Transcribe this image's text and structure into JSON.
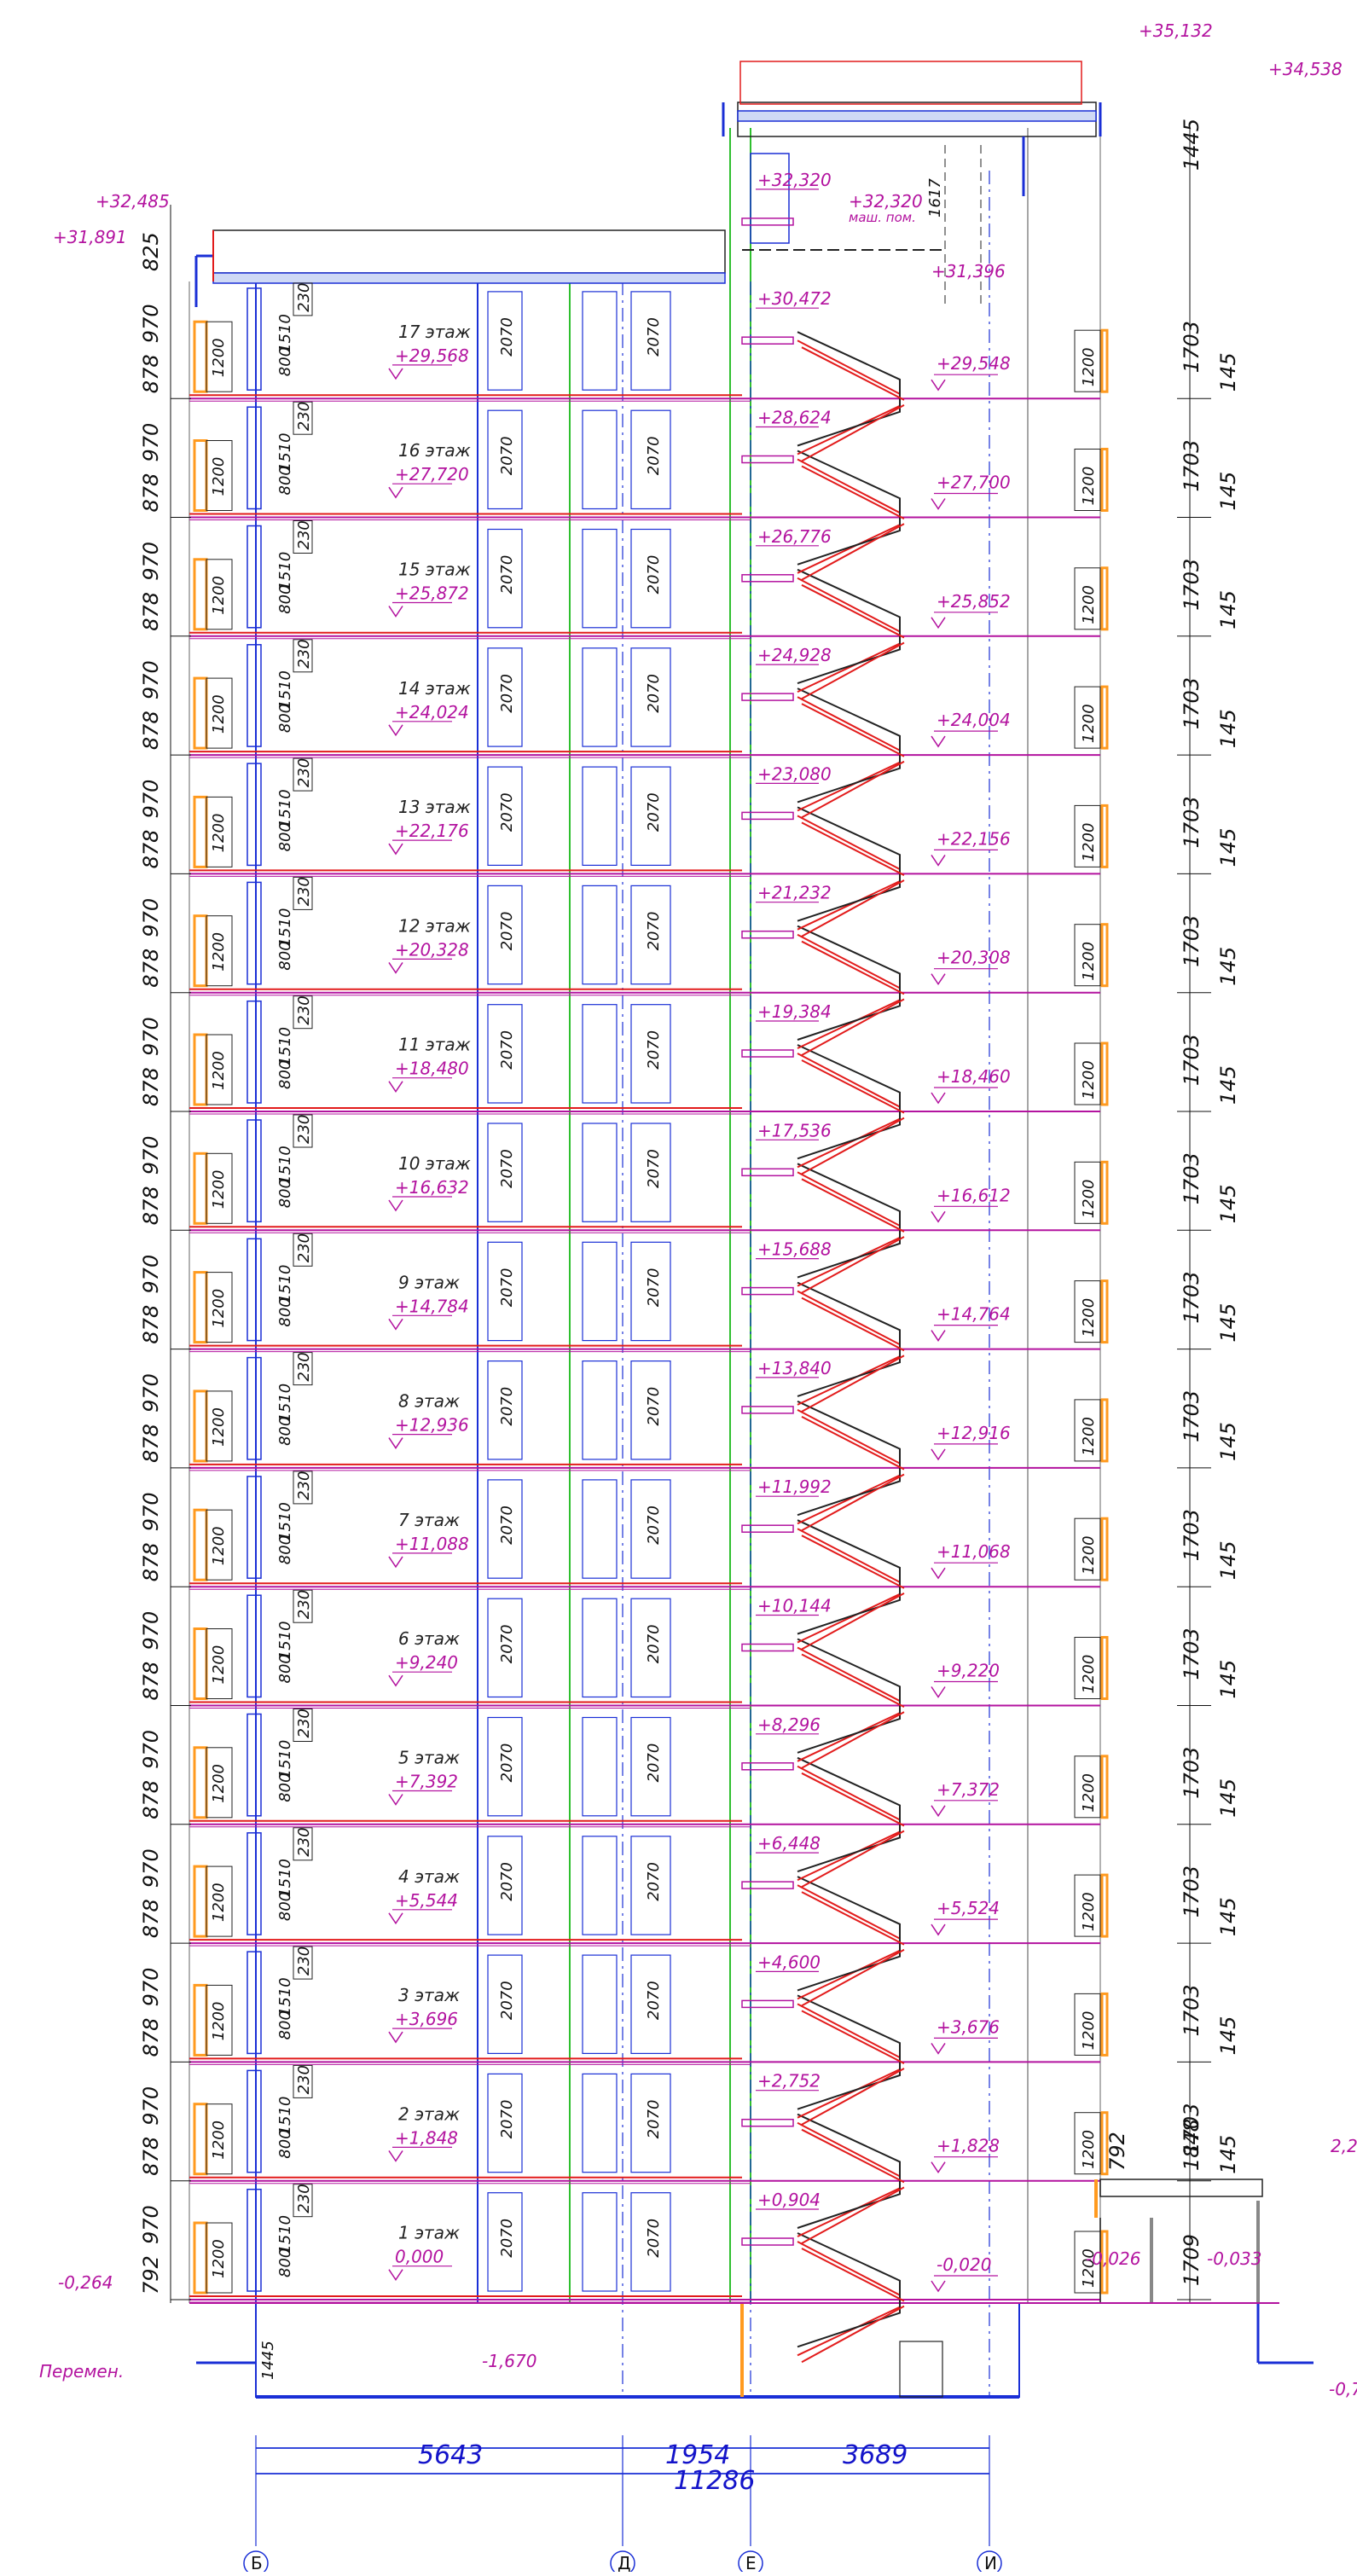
{
  "floors": [
    {
      "name": "1 этаж",
      "elev": "0,000",
      "right_elev": "-0,020"
    },
    {
      "name": "2 этаж",
      "elev": "+1,848",
      "right_elev": "+1,828"
    },
    {
      "name": "3 этаж",
      "elev": "+3,696",
      "right_elev": "+3,676"
    },
    {
      "name": "4 этаж",
      "elev": "+5,544",
      "right_elev": "+5,524"
    },
    {
      "name": "5 этаж",
      "elev": "+7,392",
      "right_elev": "+7,372"
    },
    {
      "name": "6 этаж",
      "elev": "+9,240",
      "right_elev": "+9,220"
    },
    {
      "name": "7 этаж",
      "elev": "+11,088",
      "right_elev": "+11,068"
    },
    {
      "name": "8 этаж",
      "elev": "+12,936",
      "right_elev": "+12,916"
    },
    {
      "name": "9 этаж",
      "elev": "+14,784",
      "right_elev": "+14,764"
    },
    {
      "name": "10 этаж",
      "elev": "+16,632",
      "right_elev": "+16,612"
    },
    {
      "name": "11 этаж",
      "elev": "+18,480",
      "right_elev": "+18,460"
    },
    {
      "name": "12 этаж",
      "elev": "+20,328",
      "right_elev": "+20,308"
    },
    {
      "name": "13 этаж",
      "elev": "+22,176",
      "right_elev": "+22,156"
    },
    {
      "name": "14 этаж",
      "elev": "+24,024",
      "right_elev": "+24,004"
    },
    {
      "name": "15 этаж",
      "elev": "+25,872",
      "right_elev": "+25,852"
    },
    {
      "name": "16 этаж",
      "elev": "+27,720",
      "right_elev": "+27,700"
    },
    {
      "name": "17 этаж",
      "elev": "+29,568",
      "right_elev": "+29,548"
    }
  ],
  "landings": [
    "+0,904",
    "+2,752",
    "+4,600",
    "+6,448",
    "+8,296",
    "+10,144",
    "+11,992",
    "+13,840",
    "+15,688",
    "+17,536",
    "+19,384",
    "+21,232",
    "+23,080",
    "+24,928",
    "+26,776",
    "+28,624",
    "+30,472",
    "+32,320"
  ],
  "top_marks": {
    "roof_top": "+35,132",
    "machine_room_roof": "+34,538",
    "parapet_left": "+32,485",
    "roof_left": "+31,891",
    "machine_room_floor": "+32,320",
    "machine_room_note": "маш. пом.",
    "landing_right": "+31,396",
    "dim_1617": "1617"
  },
  "ground_marks": {
    "left_ground": "-0,264",
    "variable": "Перемен.",
    "basement": "-1,670",
    "right_1": "-0,026",
    "right_2": "-0,033",
    "right_edge": "-0,7",
    "right_top_edge": "2,2"
  },
  "left_dims": {
    "window_upper": "970",
    "floor_band": "878",
    "bottom_band": "792",
    "top_band": "825",
    "sill": "1200",
    "lower": "800",
    "head": "1510",
    "lintel": "230",
    "door": "2070",
    "base": "1445"
  },
  "right_dims": {
    "floor_height": "1703",
    "slab": "145",
    "top": "1445",
    "ground_upper": "1848",
    "ground_lower": "1709",
    "entrance": "792",
    "sill": "1200"
  },
  "bottom_dims": {
    "span_1": "5643",
    "span_2": "1954",
    "span_3": "3689",
    "total": "11286"
  },
  "axes": [
    "Б",
    "Д",
    "Е",
    "И"
  ],
  "colors": {
    "elevation": "#b3139f",
    "slab": "#b3139f",
    "structure": "#1a2fd6",
    "stair": "#e21b1b",
    "partition": "#2fbf2f",
    "glazing": "#ff9a1f",
    "ink": "#111111"
  }
}
